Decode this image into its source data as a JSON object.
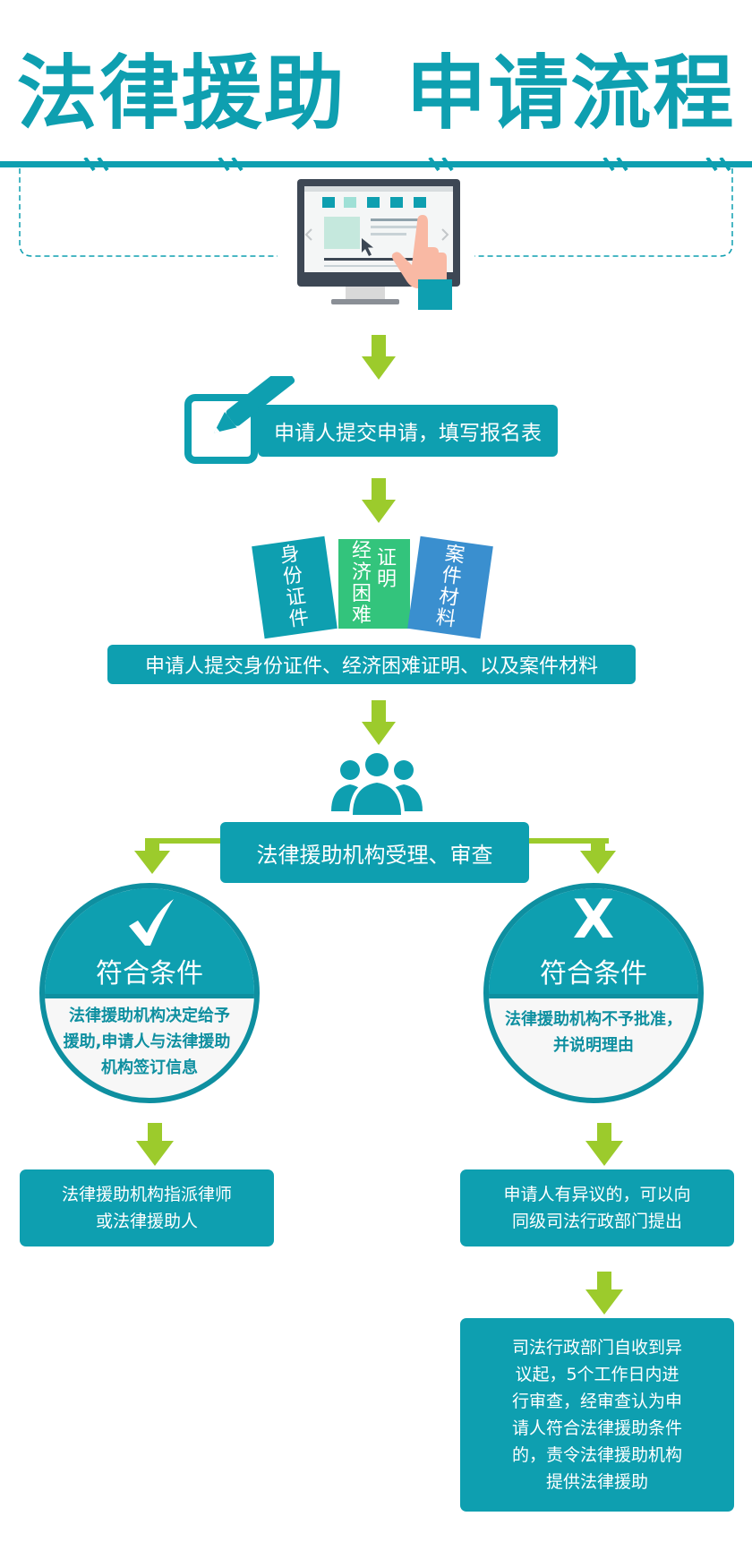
{
  "title": "法律援助  申请流程",
  "steps": {
    "step1": "申请人提交申请，填写报名表",
    "docs": {
      "card1": [
        "身份证件"
      ],
      "card2": [
        "经济困难",
        "证明"
      ],
      "card3": [
        "案件材料"
      ]
    },
    "step2": "申请人提交身份证件、经济困难证明、以及案件材料",
    "step3": "法律援助机构受理、审查"
  },
  "left_branch": {
    "circle_title": "符合条件",
    "circle_text": [
      "法律援助机构决定给予",
      "援助,申请人与法律援助",
      "机构签订信息"
    ],
    "result": [
      "法律援助机构指派律师",
      "或法律援助人"
    ]
  },
  "right_branch": {
    "circle_mark": "X",
    "circle_title": "符合条件",
    "circle_text": [
      "法律援助机构不予批准，",
      "并说明理由"
    ],
    "result": [
      "申请人有异议的，可以向",
      "同级司法行政部门提出"
    ],
    "final": [
      "司法行政部门自收到异",
      "议起，5个工作日内进",
      "行审查，经审查认为申",
      "请人符合法律援助条件",
      "的，责令法律援助机构",
      "提供法律援助"
    ]
  },
  "colors": {
    "teal": "#0e9fb0",
    "green": "#33c47c",
    "blue": "#3a8fcf",
    "arrow": "#9ccb2c"
  },
  "icons": [
    "computer-touch-icon",
    "edit-pen-icon",
    "group-people-icon",
    "check-icon"
  ]
}
